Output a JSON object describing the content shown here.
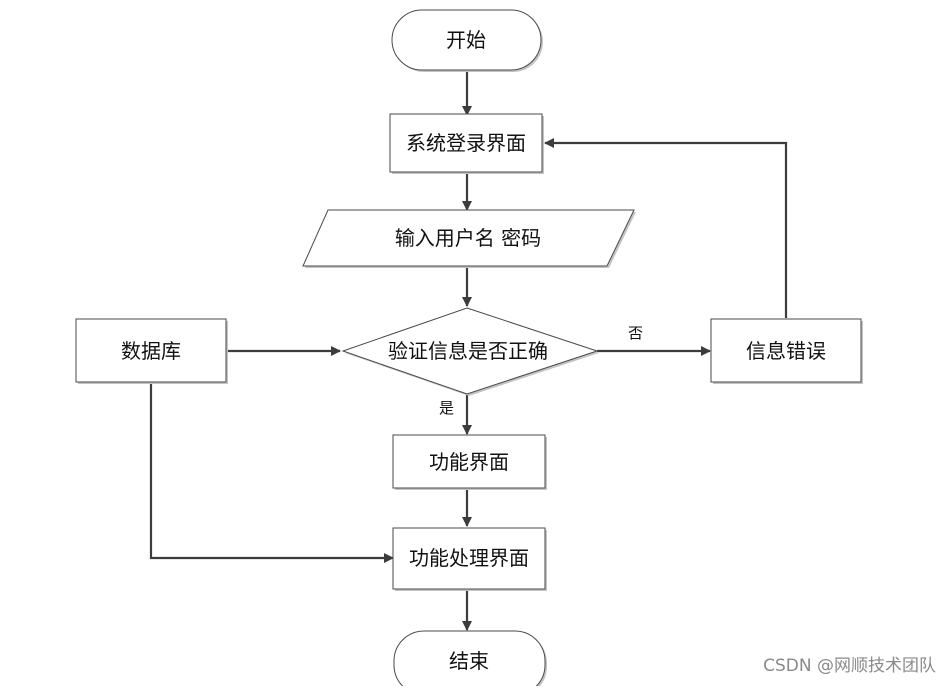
{
  "nodes": {
    "start": "开始",
    "login_screen": "系统登录界面",
    "input_credentials": "输入用户名 密码",
    "verify": "验证信息是否正确",
    "database": "数据库",
    "info_error": "信息错误",
    "function_screen": "功能界面",
    "function_process_screen": "功能处理界面",
    "end": "结束"
  },
  "edges": {
    "yes_label": "是",
    "no_label": "否"
  },
  "watermark": "CSDN @网顺技术团队",
  "colors": {
    "stroke": "#3c3c3c",
    "shape_border": "#4a4a4a",
    "shadow": "#c4c4c4",
    "background": "#ffffff"
  }
}
